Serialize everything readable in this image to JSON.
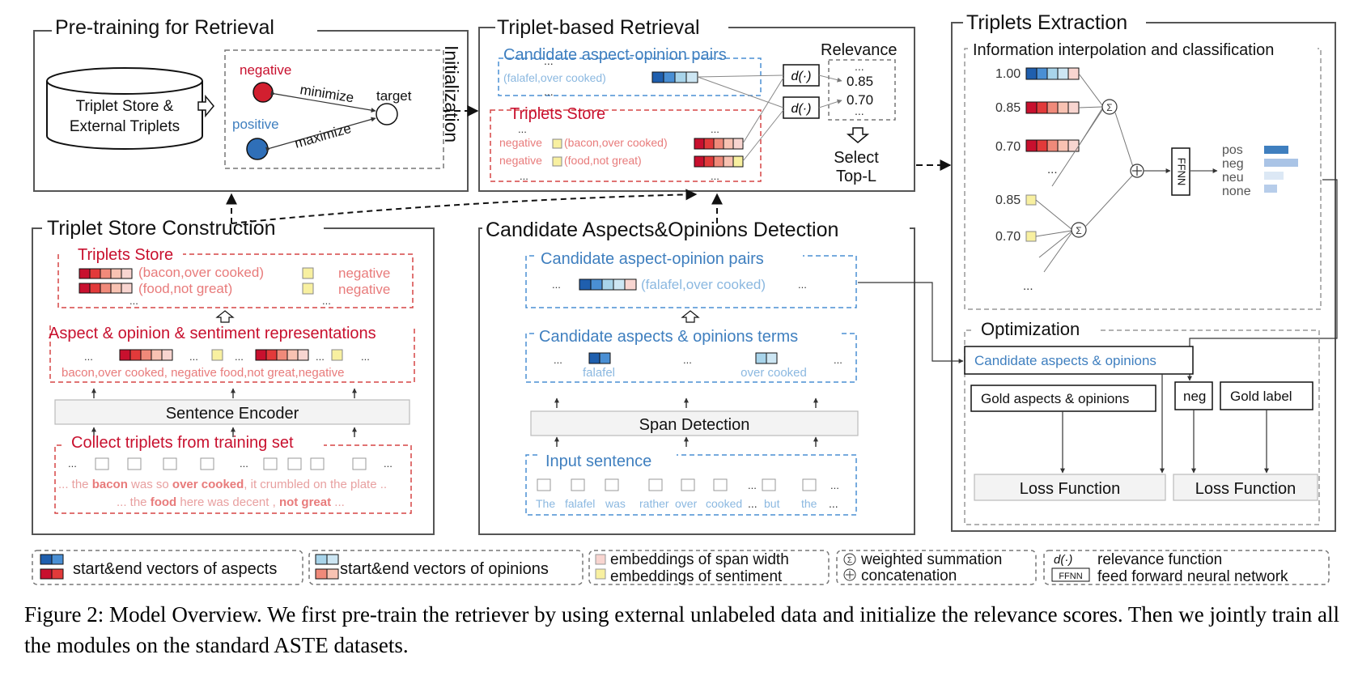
{
  "pretraining": {
    "title": "Pre-training for Retrieval",
    "store_line1": "Triplet Store &",
    "store_line2": "External Triplets",
    "negative": "negative",
    "positive": "positive",
    "minimize": "minimize",
    "maximize": "maximize",
    "target": "target"
  },
  "initialization": "Initialization",
  "retrieval": {
    "title": "Triplet-based Retrieval",
    "pairs_label": "Candidate aspect-opinion pairs",
    "pair_example": "(falafel,over cooked)",
    "store_label": "Triplets Store",
    "store_row1": "negative",
    "store_row1_text": "(bacon,over cooked)",
    "store_row2": "negative",
    "store_row2_text": "(food,not great)",
    "relevance": "Relevance",
    "score1": "0.85",
    "score2": "0.70",
    "func": "d(·)",
    "select1": "Select",
    "select2": "Top-L"
  },
  "extraction": {
    "title": "Triplets Extraction",
    "subtitle": "Information interpolation and classification",
    "weights": [
      "1.00",
      "0.85",
      "0.70",
      "0.85",
      "0.70"
    ],
    "ffnn": "FFNN",
    "classes": [
      "pos",
      "neg",
      "neu",
      "none"
    ]
  },
  "optimization": {
    "title": "Optimization",
    "candidates": "Candidate aspects & opinions",
    "gold_ao": "Gold aspects & opinions",
    "neg": "neg",
    "gold_label": "Gold label",
    "loss1": "Loss Function",
    "loss2": "Loss Function"
  },
  "construction": {
    "title": "Triplet Store Construction",
    "store_label": "Triplets Store",
    "row1_text": "(bacon,over cooked)",
    "row1_sent": "negative",
    "row2_text": "(food,not great)",
    "row2_sent": "negative",
    "repr_label": "Aspect & opinion & sentiment representations",
    "repr_words": "bacon,over cooked, negative  food,not great,negative",
    "encoder": "Sentence Encoder",
    "collect": "Collect triplets from training set",
    "sent1_a": "... the ",
    "sent1_b": "bacon",
    "sent1_c": " was so ",
    "sent1_d": "over cooked",
    "sent1_e": ", it crumbled on the plate ..",
    "sent2_a": "... the ",
    "sent2_b": "food",
    "sent2_c": " here was decent , ",
    "sent2_d": "not great",
    "sent2_e": " ..."
  },
  "detection": {
    "title": "Candidate Aspects&Opinions Detection",
    "pairs_label": "Candidate aspect-opinion pairs",
    "pair_example": "(falafel,over cooked)",
    "terms_label": "Candidate aspects & opinions terms",
    "aspect_word": "falafel",
    "opinion_word": "over cooked",
    "span": "Span Detection",
    "input_label": "Input sentence",
    "tokens": [
      "The",
      "falafel",
      "was",
      "rather",
      "over",
      "cooked",
      "...",
      "but",
      "the",
      "..."
    ]
  },
  "legend": {
    "aspects": "start&end vectors of aspects",
    "opinions": "start&end vectors of opinions",
    "span_width": "embeddings of span width",
    "sentiment": "embeddings of sentiment",
    "weighted": "weighted summation",
    "concat": "concatenation",
    "relevance": "relevance function",
    "ffnn": "feed forward neural network",
    "ffnn_icon": "FFNN",
    "d_icon": "d(·)"
  },
  "caption": "Figure 2: Model Overview. We first pre-train the retriever by using external unlabeled data and initialize the relevance scores. Then we jointly train all the modules on the standard ASTE datasets.",
  "colors": {
    "aspect_dark": "#1f5fae",
    "aspect_light": "#4a8fd4",
    "opinion_light": "#a8d4ea",
    "red_dark": "#c8102e",
    "red_light": "#f08a7a",
    "span_width": "#f8d5d0",
    "sentiment": "#f8f0a0",
    "red_text": "#c8102e",
    "blue_text": "#3f7fbf",
    "pink_text": "#e87b7b"
  }
}
